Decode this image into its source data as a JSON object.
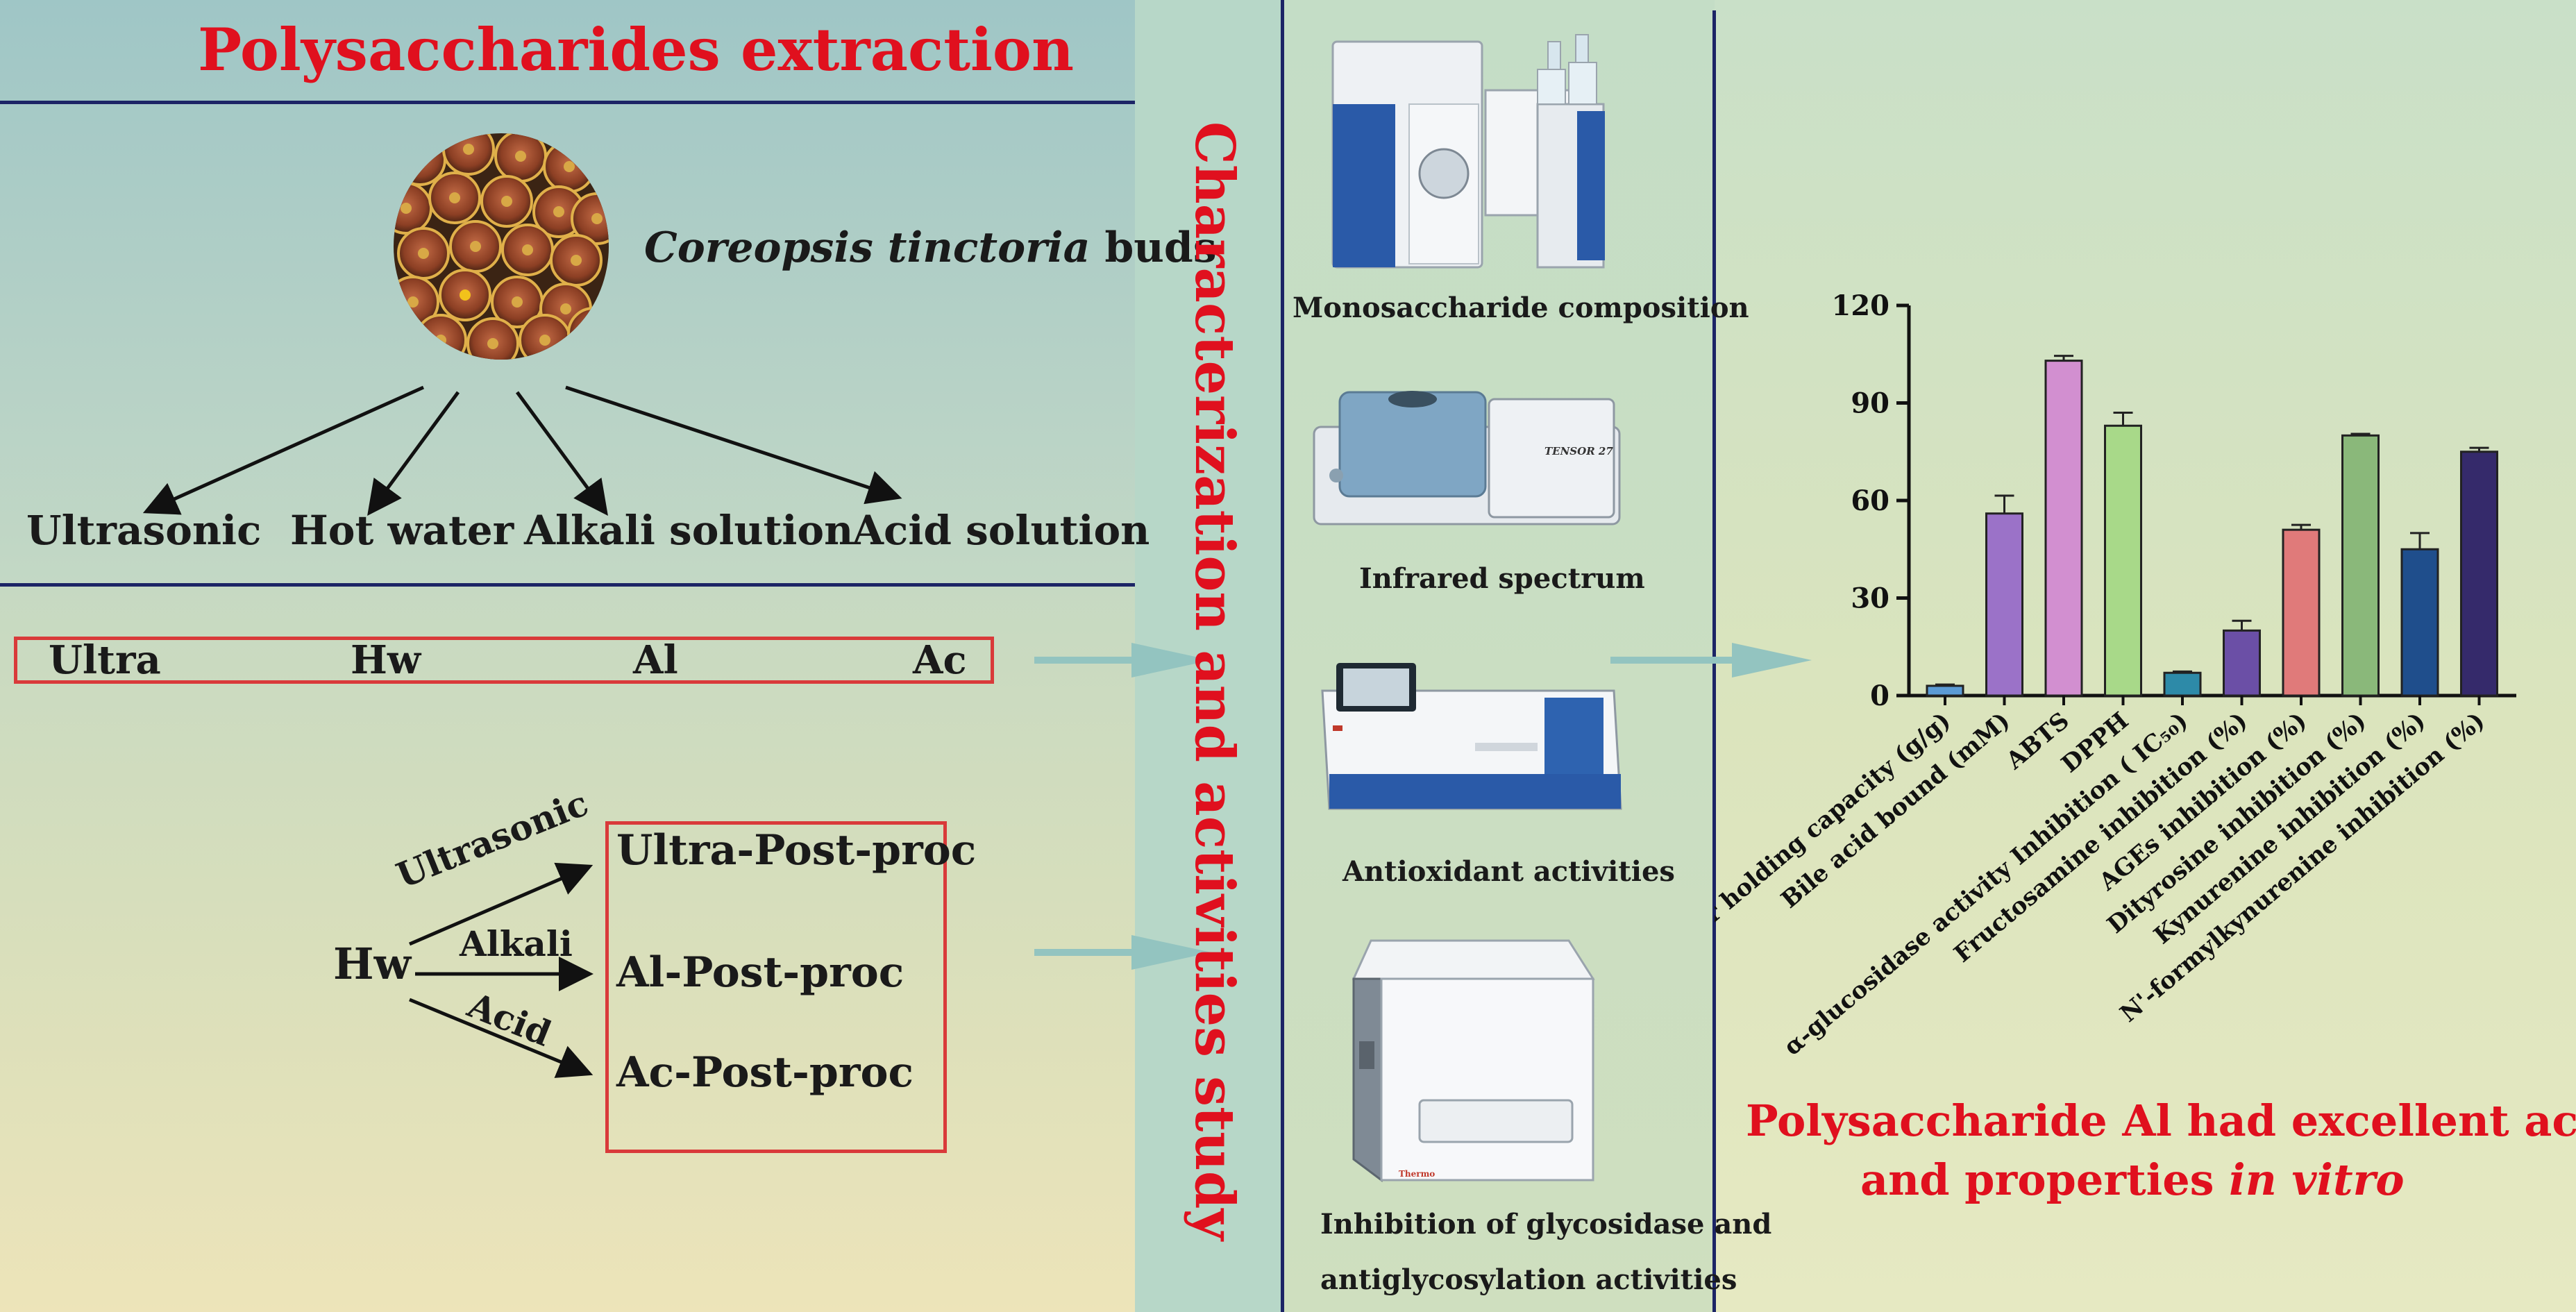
{
  "extraction": {
    "title": "Polysaccharides extraction",
    "source_italic": "Coreopsis tinctoria",
    "source_suffix": " buds",
    "methods": [
      "Ultrasonic",
      "Hot water",
      "Alkali solution",
      "Acid solution"
    ],
    "codes": [
      "Ultra",
      "Hw",
      "Al",
      "Ac"
    ],
    "post_source": "Hw",
    "post_treatments": [
      "Ultrasonic",
      "Alkali",
      "Acid"
    ],
    "post_products": [
      "Ultra-Post-proc",
      "Al-Post-proc",
      "Ac-Post-proc"
    ]
  },
  "study_title": "Characterization and activities study",
  "equipment": {
    "monosaccharide": "Monosaccharide composition",
    "infrared": "Infrared spectrum",
    "antioxidant": "Antioxidant activities",
    "glycosidase_line1": "Inhibition of glycosidase and",
    "glycosidase_line2": "antiglycosylation activities",
    "brand_ftir": "TENSOR 27",
    "brand_reader": "Thermo"
  },
  "conclusion": {
    "line1": "Polysaccharide Al had excellent activity",
    "line2_prefix": "and properties ",
    "line2_italic": "in vitro"
  },
  "colors": {
    "title_red": "#e0101e",
    "divider_navy": "#1c2466",
    "box_red": "#d93a3a",
    "arrow_teal": "#93c4c0"
  },
  "chart_data": {
    "type": "bar",
    "categories": [
      "Water holding capacity (g/g)",
      "Bile acid bound (mM)",
      "ABTS",
      "DPPH",
      "α-glucosidase activity Inhibition ( IC₅₀)",
      "Fructosamine inhibition (%)",
      "AGEs inhibition (%)",
      "Dityrosine inhibition (%)",
      "Kynurenine inhibition (%)",
      "N'-formylkynurenine inhibition (%)"
    ],
    "values": [
      3,
      56,
      103,
      83,
      7,
      20,
      51,
      80,
      45,
      75
    ],
    "errors": [
      0.4,
      5.5,
      1.5,
      4.0,
      0.4,
      3.0,
      1.5,
      0.5,
      5.0,
      1.2
    ],
    "colors": [
      "#5b9bd5",
      "#9b72c8",
      "#d28fd0",
      "#a8d989",
      "#2d8aa8",
      "#6b4fa6",
      "#e07a7a",
      "#8ab87a",
      "#1f4e8c",
      "#352a6b"
    ],
    "yticks": [
      0,
      30,
      60,
      90,
      120
    ],
    "ylim": [
      0,
      120
    ],
    "grid": false,
    "legend": "none"
  }
}
